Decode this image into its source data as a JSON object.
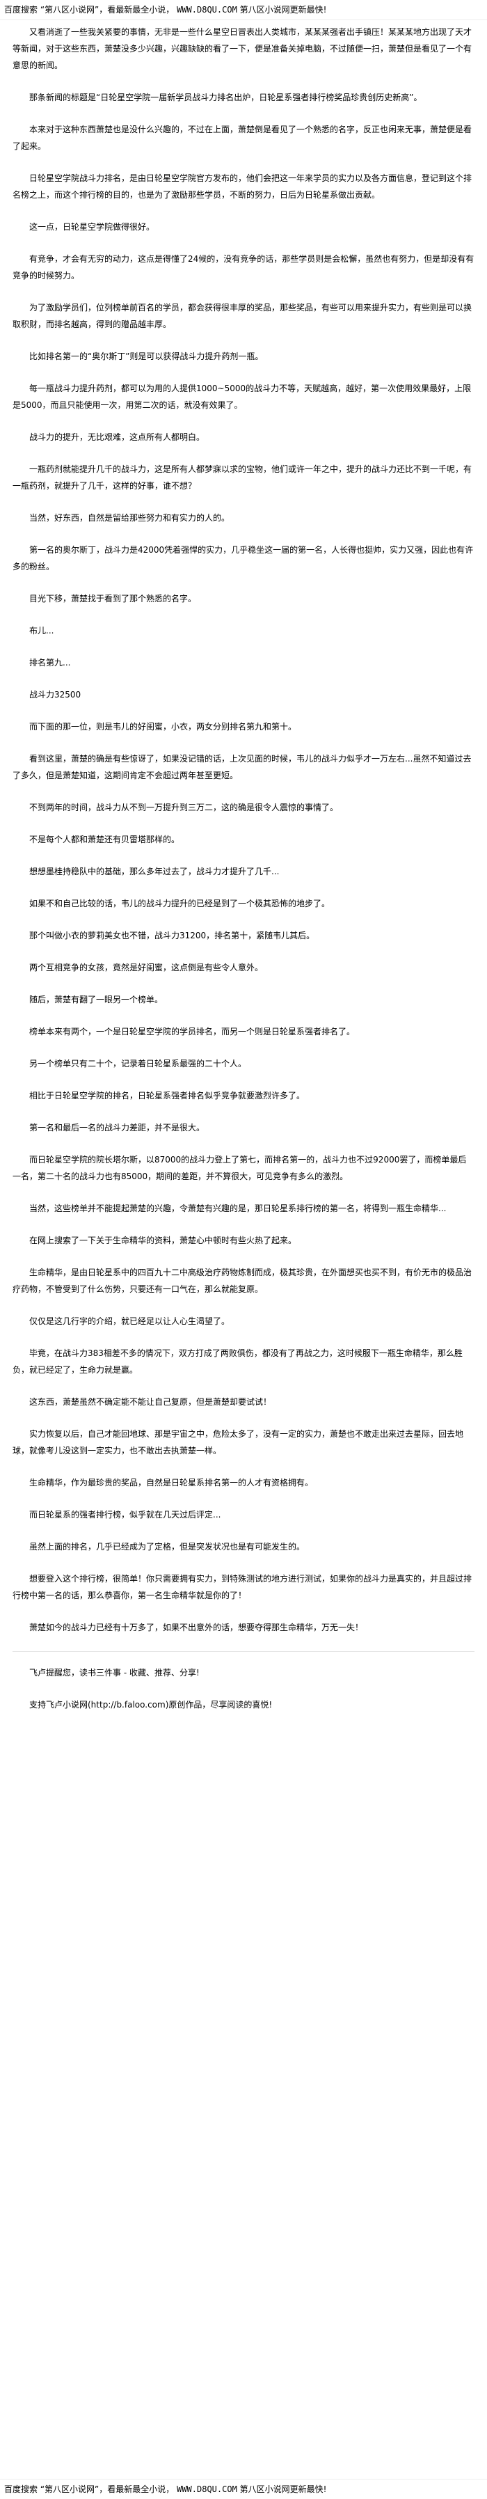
{
  "banner_top": {
    "prefix": "百度搜索",
    "site_name": "“第八区小说网”，看最新最全小说，",
    "url": "WWW.D8QU.COM",
    "suffix": "第八区小说网更新最快!"
  },
  "paragraphs": [
    "又看消逝了一些我关紧要的事情，无非是一些什么星空日冒表出人类城市，某某某强者出手镇压！某某某地方出现了天才等新闻，对于这些东西，萧楚没多少兴趣，兴趣缺缺的看了一下，便是准备关掉电脑，不过随便一扫，萧楚但是看见了一个有意思的新闻。",
    "那条新闻的标题是“日轮星空学院一届新学员战斗力排名出炉，日轮星系强者排行榜奖品珍贵创历史新高”。",
    "本来对于这种东西萧楚也是没什么兴趣的，不过在上面，萧楚倒是看见了一个熟悉的名字，反正也闲来无事，萧楚便是看了起来。",
    "日轮星空学院战斗力排名，是由日轮星空学院官方发布的，他们会把这一年来学员的实力以及各方面信息，登记到这个排名榜之上，而这个排行榜的目的，也是为了激励那些学员，不断的努力，日后为日轮星系做出贡献。",
    "这一点，日轮星空学院做得很好。",
    "有竞争，才会有无穷的动力，这点是得懂了24候的，没有竞争的话，那些学员则是会松懈，虽然也有努力，但是却没有有竞争的时候努力。",
    "为了激励学员们，位列榜单前百名的学员，都会获得很丰厚的奖品，那些奖品，有些可以用来提升实力，有些则是可以换取积财，而排名越高，得到的赠品越丰厚。",
    "比如排名第一的“奥尔斯丁”则是可以获得战斗力提升药剂一瓶。",
    "每一瓶战斗力提升药剂，都可以为用的人提供1000~5000的战斗力不等，天赋越高，越好，第一次使用效果最好，上限是5000，而且只能使用一次，用第二次的话，就没有效果了。",
    "战斗力的提升，无比艰难，这点所有人都明白。",
    "一瓶药剂就能提升几千的战斗力，这是所有人都梦寐以求的宝物，他们或许一年之中，提升的战斗力还比不到一千呢，有一瓶药剂，就提升了几千，这样的好事，谁不想？",
    "当然，好东西，自然是留给那些努力和有实力的人的。",
    "第一名的奥尔斯丁，战斗力是42000凭着强悍的实力，几乎稳坐这一届的第一名，人长得也挺帅，实力又强，因此也有许多的粉丝。",
    "目光下移，萧楚找于看到了那个熟悉的名字。",
    "布儿...",
    "排名第九...",
    "战斗力32500",
    "而下面的那一位，则是韦儿的好闺蜜，小衣，两女分别排名第九和第十。",
    "看到这里，萧楚的确是有些惊讶了，如果没记错的话，上次见面的时候，韦儿的战斗力似乎才一万左右...虽然不知道过去了多久，但是萧楚知道，这期间肯定不会超过两年甚至更短。",
    "不到两年的时间，战斗力从不到一万提升到三万二，这的确是很令人震惊的事情了。",
    "不是每个人都和萧楚还有贝雷塔那样的。",
    "想想墨桂持稳队中的基础，那么多年过去了，战斗力才提升了几千...",
    "如果不和自己比较的话，韦儿的战斗力提升的已经是到了一个极其恐怖的地步了。",
    "那个叫做小衣的萝莉美女也不错，战斗力31200，排名第十，紧随韦儿其后。",
    "两个互相竞争的女孩，竟然是好闺蜜，这点倒是有些令人意外。",
    "随后，萧楚有翻了一眼另一个榜单。",
    "榜单本来有两个，一个是日轮星空学院的学员排名，而另一个则是日轮星系强者排名了。",
    "另一个榜单只有二十个，记录着日轮星系最强的二十个人。",
    "相比于日轮星空学院的排名，日轮星系强者排名似乎竞争就要激烈许多了。",
    "第一名和最后一名的战斗力差距，并不是很大。",
    "而日轮星空学院的院长塔尔斯，以87000的战斗力登上了第七，而排名第一的，战斗力也不过92000罢了，而榜单最后一名，第二十名的战斗力也有85000，期间的差距，并不算很大，可见竞争有多么的激烈。",
    "当然，这些榜单并不能提起萧楚的兴趣，令萧楚有兴趣的是，那日轮星系排行榜的第一名，将得到一瓶生命精华...",
    "在网上搜索了一下关于生命精华的资料，萧楚心中顿时有些火热了起来。",
    "生命精华，是由日轮星系中的四百九十二中高级治疗药物炼制而成，极其珍贵，在外面想买也买不到，有价无市的极品治疗药物，不管受到了什么伤势，只要还有一口气在，那么就能复原。",
    "仅仅是这几行字的介绍，就已经足以让人心生渴望了。",
    "毕竟，在战斗力383相差不多的情况下，双方打成了两败俱伤，都没有了再战之力，这时候服下一瓶生命精华，那么胜负，就已经定了，生命力就是赢。",
    "这东西，萧楚虽然不确定能不能让自己复原，但是萧楚却要试试！",
    "实力恢复以后，自己才能回地球、那是宇宙之中，危险太多了，没有一定的实力，萧楚也不敢走出来过去星际，回去地球，就像考儿没这到一定实力，也不敢出去执萧楚一样。",
    "生命精华，作为最珍贵的奖品，自然是日轮星系排名第一的人才有资格拥有。",
    "而日轮星系的强者排行榜，似乎就在几天过后评定...",
    "虽然上面的排名，几乎已经成为了定格，但是突发状况也是有可能发生的。",
    "想要登入这个排行榜，很简单！你只需要拥有实力，到特殊测试的地方进行测试，如果你的战斗力是真实的，并且超过排行榜中第一名的话，那么恭喜你，第一名生命精华就是你的了！",
    "萧楚如今的战斗力已经有十万多了，如果不出意外的话，想要夺得那生命精华，万无一失！",
    "飞卢提醒您，读书三件事 - 收藏、推荐、分享!",
    "支持飞卢小说网(http://b.faloo.com)原创作品，尽享阅读的喜悦!"
  ],
  "banner_bottom": {
    "prefix": "百度搜索",
    "site_name": "“第八区小说网”，看最新最全小说，",
    "url": "WWW.D8QU.COM",
    "suffix": "第八区小说网更新最快!"
  }
}
